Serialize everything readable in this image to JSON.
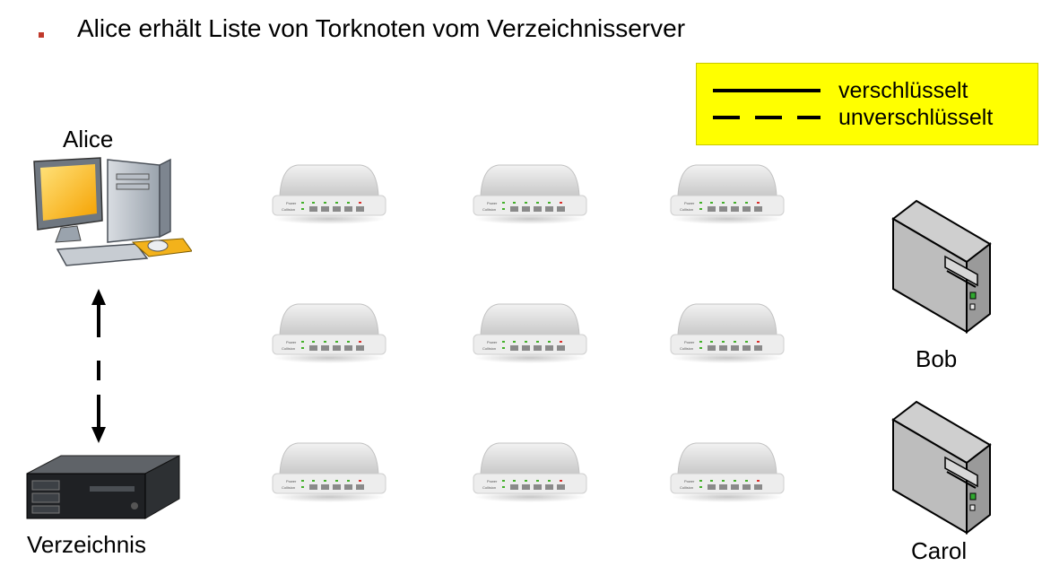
{
  "bullet": {
    "text": "Alice erhält Liste von Torknoten vom Verzeichnisserver"
  },
  "legend": {
    "encrypted_label": "verschlüsselt",
    "unencrypted_label": "unverschlüsselt"
  },
  "nodes": {
    "alice": "Alice",
    "directory": "Verzeichnis",
    "bob": "Bob",
    "carol": "Carol"
  },
  "router": {
    "power_label": "Power",
    "collision_label": "Collision"
  },
  "colors": {
    "legend_bg": "#ffff00",
    "bullet": "#c0392b"
  }
}
